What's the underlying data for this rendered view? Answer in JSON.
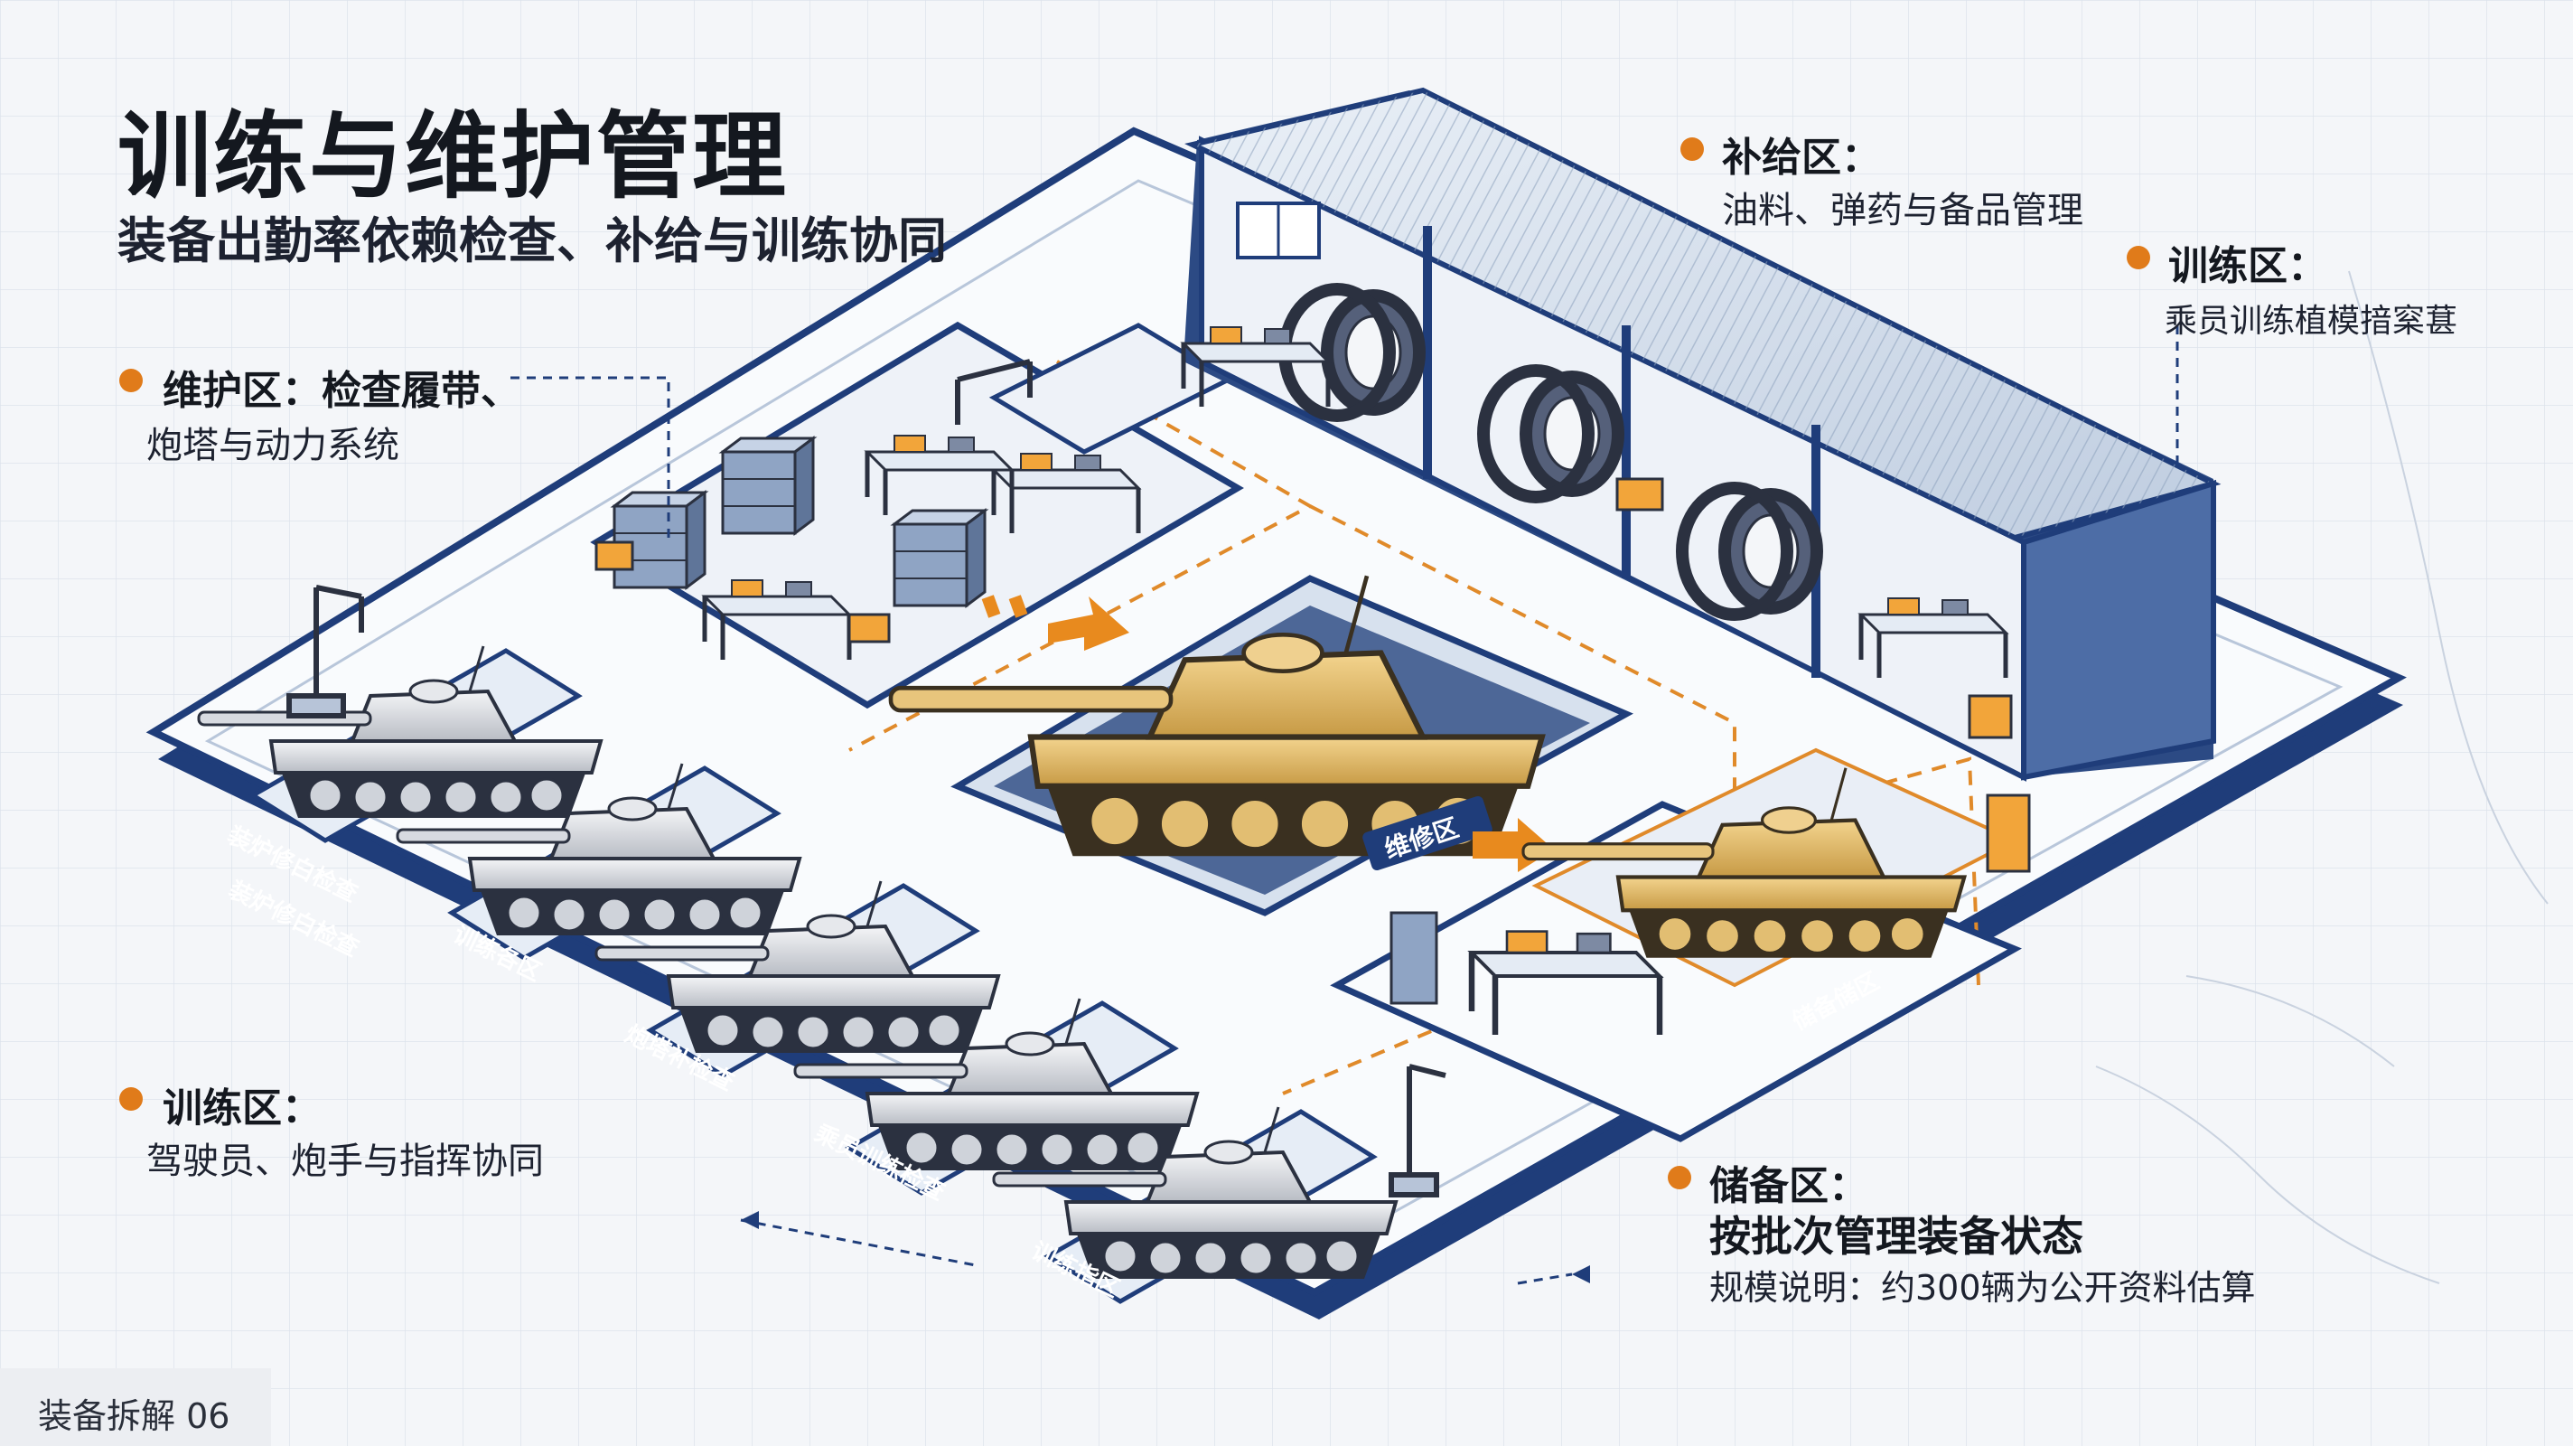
{
  "title": "训练与维护管理",
  "subtitle": "装备出勤率依赖检查、补给与训练协同",
  "accent_color": "#e07b1a",
  "callouts": {
    "maintenance": {
      "heading": "维护区：",
      "line1": "检查履带、",
      "line2": "炮塔与动力系统"
    },
    "training_left": {
      "heading": "训练区：",
      "text": "驾驶员、炮手与指挥协同"
    },
    "supply": {
      "heading": "补给区：",
      "text": "油料、弹药与备品管理"
    },
    "training_right": {
      "heading": "训练区：",
      "text": "乘员训练植模揞梥葚"
    },
    "reserve": {
      "heading": "储备区：",
      "line1": "按批次管理装备状态",
      "line2": "规模说明：约300辆为公开资料估算"
    }
  },
  "zone_labels": {
    "row1": "装炉修白检查",
    "row2": "训练各区",
    "row3": "炮塔补检查",
    "row4": "乘员训练检查",
    "row5": "训练指区",
    "center": "维修区",
    "reserve": "储备储区"
  },
  "footer": "装备拆解 06"
}
